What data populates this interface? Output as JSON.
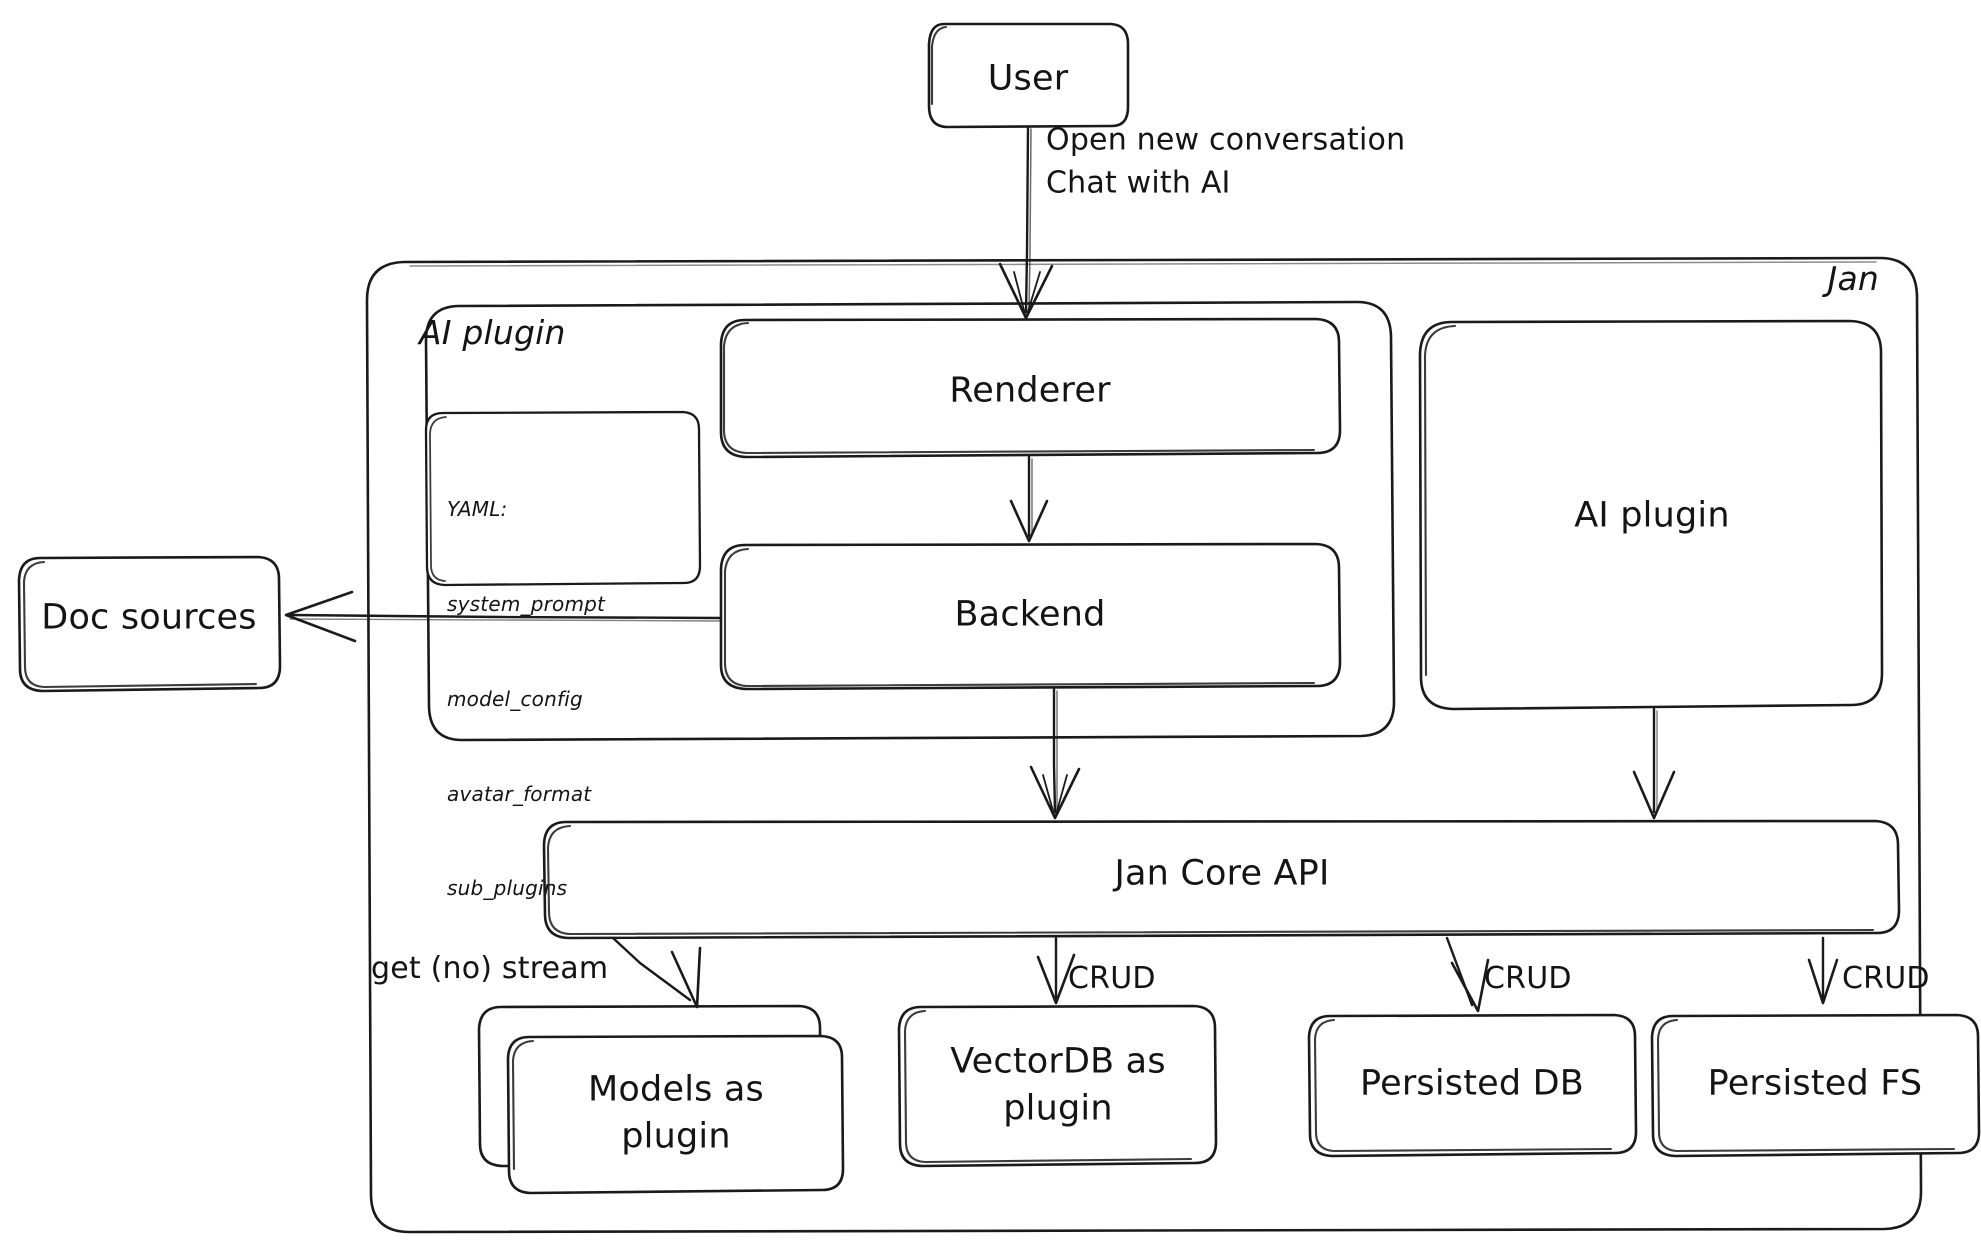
{
  "diagram": {
    "title_label": "Jan",
    "nodes": {
      "user": "User",
      "ai_plugin_group": "AI plugin",
      "renderer": "Renderer",
      "backend": "Backend",
      "ai_plugin_right": "AI plugin",
      "doc_sources": "Doc sources",
      "jan_core_api": "Jan Core API",
      "models_as_plugin": "Models as\nplugin",
      "vectordb_as_plugin": "VectorDB as\nplugin",
      "persisted_db": "Persisted DB",
      "persisted_fs": "Persisted FS"
    },
    "yaml_card": {
      "header": "YAML:",
      "keys": [
        "system_prompt",
        "model_config",
        "avatar_format",
        "sub_plugins"
      ]
    },
    "edge_labels": {
      "user_to_renderer": "Open new conversation\nChat with AI",
      "core_to_models": "get (no) stream",
      "core_to_vectordb": "CRUD",
      "core_to_persisted_db": "CRUD",
      "core_to_persisted_fs": "CRUD"
    },
    "colors": {
      "stroke": "#1a1a1a",
      "background": "#ffffff",
      "text": "#141414"
    }
  }
}
